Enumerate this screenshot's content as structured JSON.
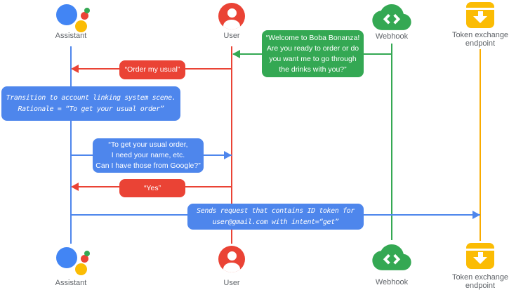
{
  "colors": {
    "blue": "#4e86ec",
    "red": "#ea4335",
    "green": "#34a853",
    "yellow": "#f9ab00",
    "label_text": "#5f6368",
    "bubble_text": "#ffffff"
  },
  "actors": {
    "assistant": {
      "label": "Assistant",
      "icon": "google-assistant-logo"
    },
    "user": {
      "label": "User",
      "icon": "account-circle"
    },
    "webhook": {
      "label": "Webhook",
      "icon": "cloud-code"
    },
    "token": {
      "label_lines": [
        "Token exchange",
        "endpoint"
      ],
      "icon": "archive-download-box"
    }
  },
  "messages": {
    "welcome": {
      "from": "webhook",
      "to": "user",
      "style": "speech",
      "lines": [
        "“Welcome to Boba Bonanza!",
        "Are you ready to order or do",
        "you want me to go through",
        "the drinks with you?”"
      ]
    },
    "order_usual": {
      "from": "user",
      "to": "assistant",
      "style": "speech",
      "text": "“Order my usual”"
    },
    "transition_note": {
      "attached_to": "assistant",
      "style": "code-note",
      "lines": [
        "Transition to account linking system scene.",
        "Rationale = “To get your usual order”"
      ]
    },
    "ask_permission": {
      "from": "assistant",
      "to": "user",
      "style": "speech",
      "lines": [
        "“To get your usual order,",
        "I need your name, etc.",
        "Can I have those from Google?”"
      ]
    },
    "yes": {
      "from": "user",
      "to": "assistant",
      "style": "speech",
      "text": "“Yes”"
    },
    "send_request": {
      "from": "assistant",
      "to": "token",
      "style": "code-note",
      "lines": [
        "Sends request that contains ID token for",
        "user@gmail.com with intent=“get”"
      ]
    }
  }
}
